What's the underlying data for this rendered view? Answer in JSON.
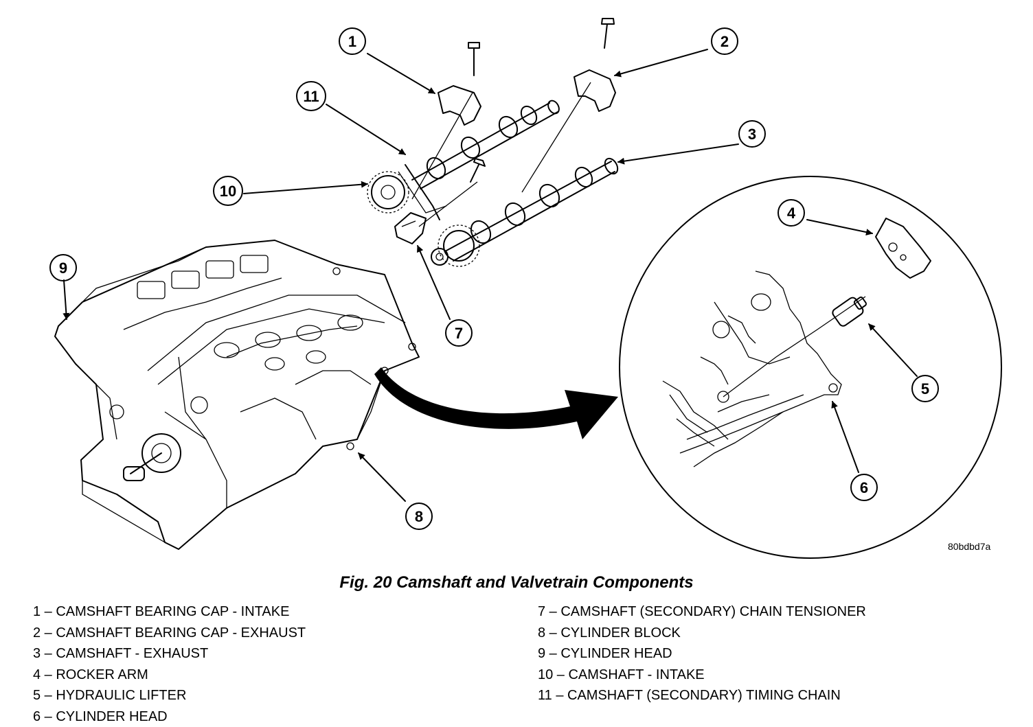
{
  "figure": {
    "title": "Fig. 20 Camshaft and Valvetrain Components",
    "image_code": "80bdbd7a"
  },
  "callouts": [
    "1",
    "2",
    "3",
    "4",
    "5",
    "6",
    "7",
    "8",
    "9",
    "10",
    "11"
  ],
  "legend": {
    "left": [
      "1 – CAMSHAFT BEARING CAP - INTAKE",
      "2 – CAMSHAFT BEARING CAP - EXHAUST",
      "3 – CAMSHAFT - EXHAUST",
      "4 – ROCKER ARM",
      "5 – HYDRAULIC LIFTER",
      "6 – CYLINDER HEAD"
    ],
    "right": [
      "7 – CAMSHAFT (SECONDARY) CHAIN TENSIONER",
      "8 – CYLINDER BLOCK",
      "9 – CYLINDER HEAD",
      "10 – CAMSHAFT - INTAKE",
      "11 – CAMSHAFT (SECONDARY) TIMING CHAIN"
    ]
  }
}
